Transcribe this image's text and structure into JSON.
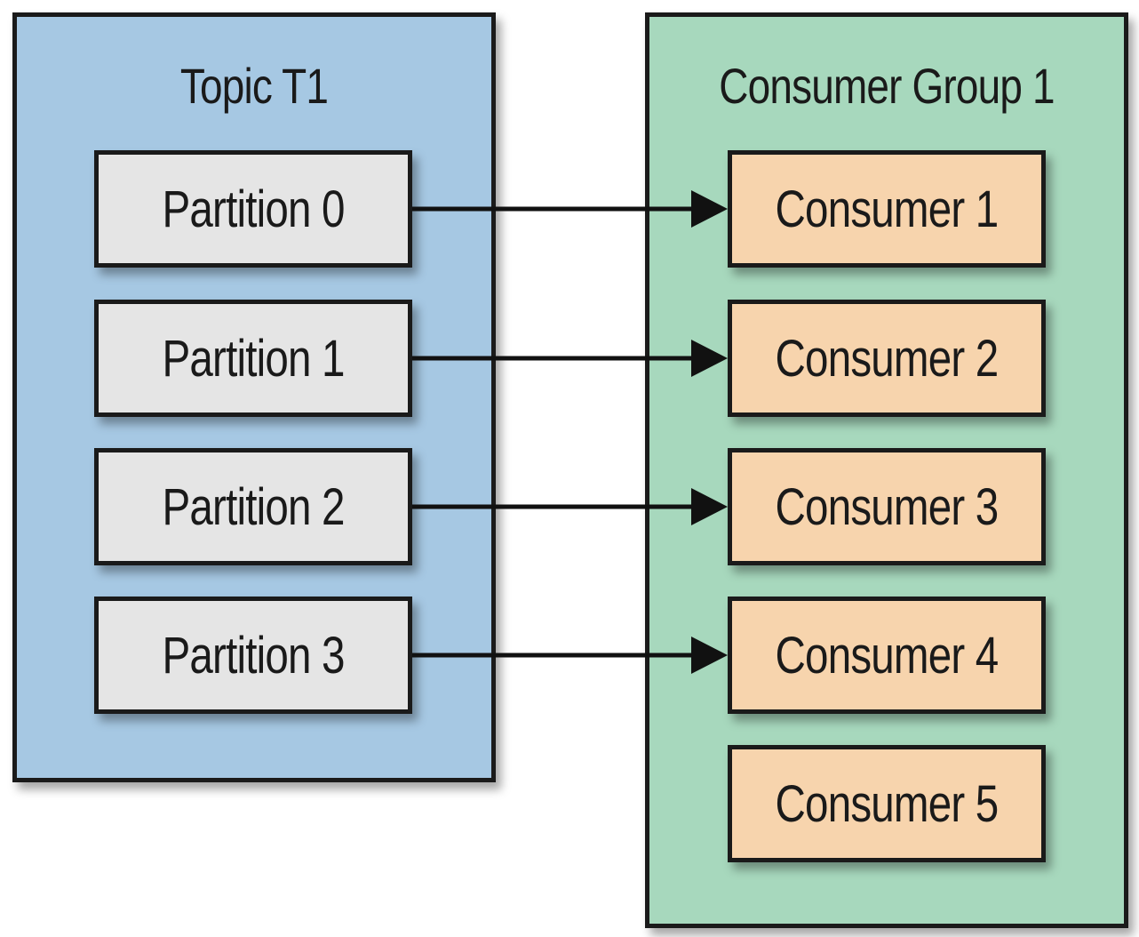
{
  "topic": {
    "title": "Topic T1",
    "partitions": [
      {
        "label": "Partition 0"
      },
      {
        "label": "Partition 1"
      },
      {
        "label": "Partition 2"
      },
      {
        "label": "Partition 3"
      }
    ]
  },
  "consumer_group": {
    "title": "Consumer Group 1",
    "consumers": [
      {
        "label": "Consumer 1"
      },
      {
        "label": "Consumer 2"
      },
      {
        "label": "Consumer 3"
      },
      {
        "label": "Consumer 4"
      },
      {
        "label": "Consumer 5"
      }
    ]
  },
  "assignments": [
    {
      "from": "Partition 0",
      "to": "Consumer 1"
    },
    {
      "from": "Partition 1",
      "to": "Consumer 2"
    },
    {
      "from": "Partition 2",
      "to": "Consumer 3"
    },
    {
      "from": "Partition 3",
      "to": "Consumer 4"
    }
  ],
  "colors": {
    "topic_fill": "#a6c8e3",
    "group_fill": "#a7d8bd",
    "partition_fill": "#e5e5e5",
    "consumer_fill": "#f7d4ad",
    "stroke": "#1a1a1a"
  }
}
